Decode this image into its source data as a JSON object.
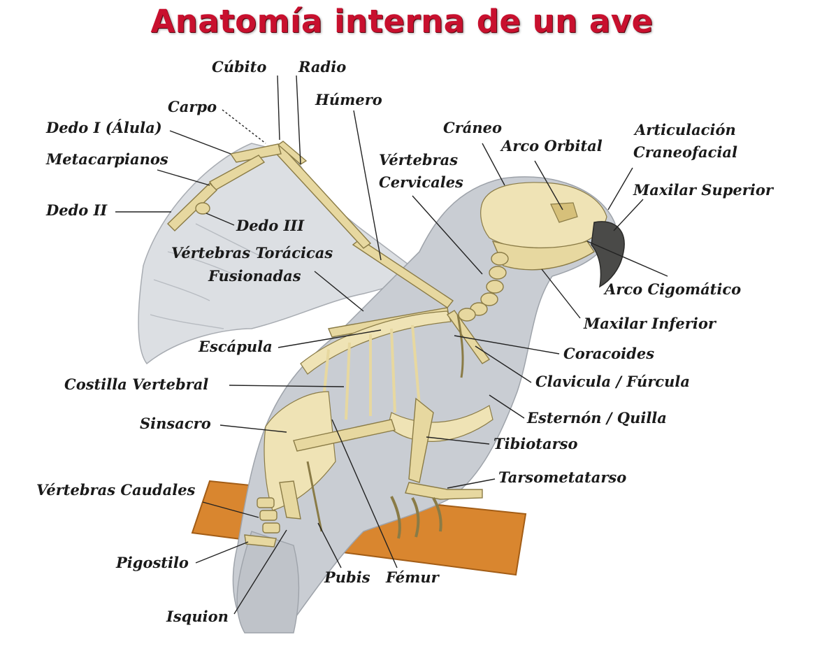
{
  "title": "Anatomía interna de un ave",
  "colors": {
    "title": "#c8102e",
    "body": "#c9cdd3",
    "bone": "#e7d8a0",
    "perch": "#d9862f",
    "beak": "#4a4a48"
  },
  "labels": {
    "cubito": "Cúbito",
    "radio": "Radio",
    "humero": "Húmero",
    "carpo": "Carpo",
    "dedo1": "Dedo I (Álula)",
    "metacarpianos": "Metacarpianos",
    "dedo2": "Dedo II",
    "dedo3": "Dedo III",
    "vt_line1": "Vértebras Torácicas",
    "vt_line2": "Fusionadas",
    "escapula": "Escápula",
    "costilla": "Costilla Vertebral",
    "sinsacro": "Sinsacro",
    "caudales": "Vértebras Caudales",
    "pigostilo": "Pigostilo",
    "isquion": "Isquion",
    "pubis": "Pubis",
    "femur": "Fémur",
    "craneo": "Cráneo",
    "orbital": "Arco Orbital",
    "artic_line1": "Articulación",
    "artic_line2": "Craneofacial",
    "maxsup": "Maxilar Superior",
    "cerv_line1": "Vértebras",
    "cerv_line2": "Cervicales",
    "cigomatico": "Arco Cigomático",
    "maxinf": "Maxilar Inferior",
    "coracoides": "Coracoides",
    "clavicula": "Clavicula / Fúrcula",
    "esternon": "Esternón / Quilla",
    "tibiotarso": "Tibiotarso",
    "tarso": "Tarsometatarso"
  }
}
